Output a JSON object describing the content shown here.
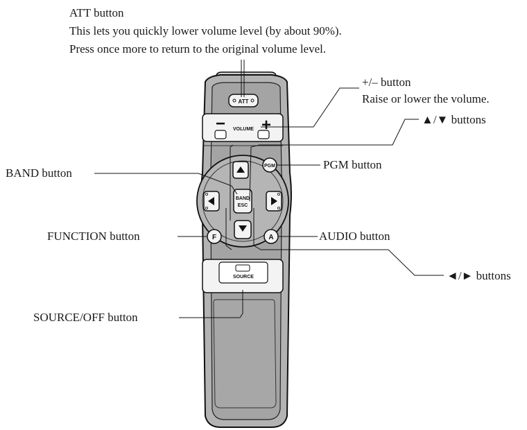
{
  "callouts": {
    "att": {
      "title": "ATT button",
      "line1": "This lets you quickly lower volume level (by about 90%).",
      "line2": "Press once more to return to the original volume level."
    },
    "volume": {
      "title": "+/– button",
      "desc": "Raise or lower the volume."
    },
    "updown": "▲/▼ buttons",
    "band": "BAND button",
    "pgm": "PGM button",
    "function": "FUNCTION button",
    "audio": "AUDIO button",
    "leftright": "◄/► buttons",
    "source": "SOURCE/OFF button"
  },
  "remote_labels": {
    "att": "ATT",
    "volume": "VOLUME",
    "minus": "−",
    "plus": "+",
    "pgm": "PGM",
    "band": "BAND",
    "esc": "ESC",
    "f": "F",
    "a": "A",
    "source": "SOURCE"
  },
  "icons": [
    "up-arrow-icon",
    "down-arrow-icon",
    "left-arrow-icon",
    "right-arrow-icon"
  ]
}
